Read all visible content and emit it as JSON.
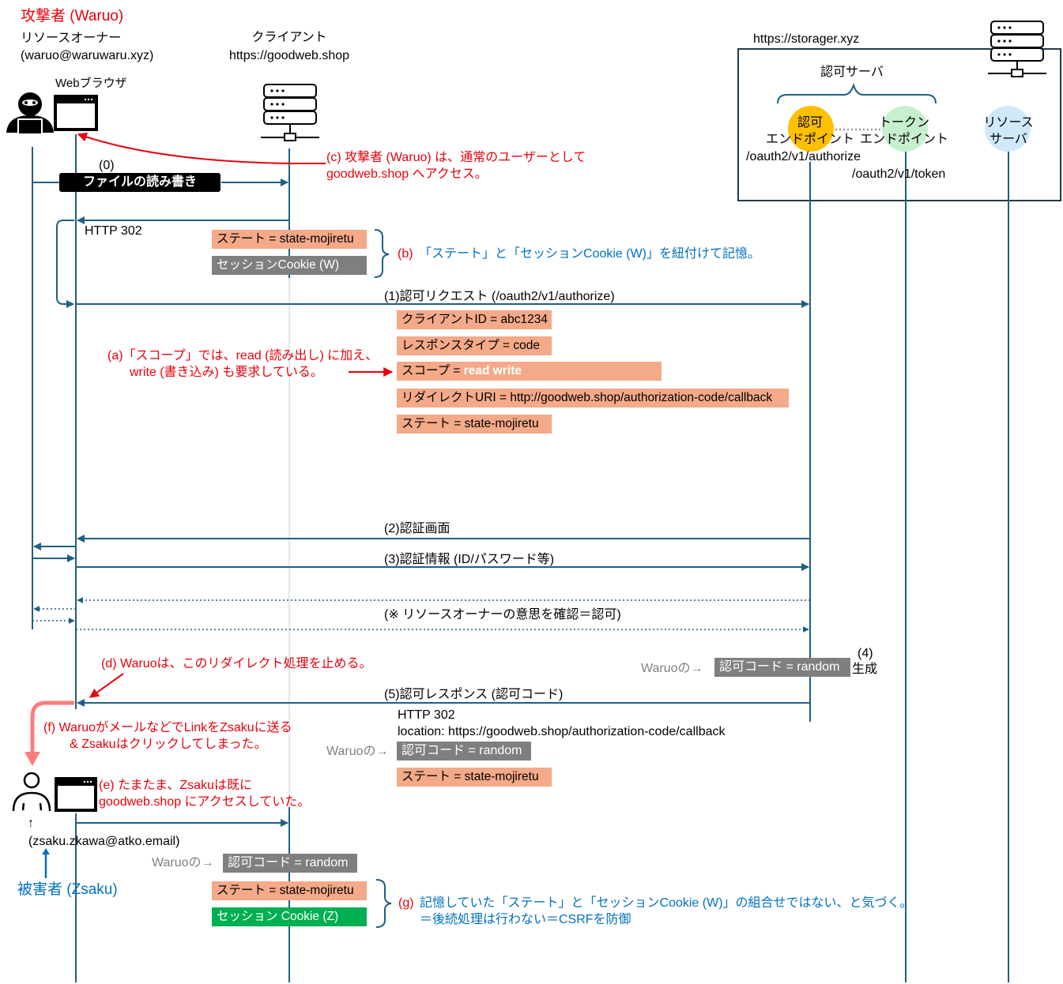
{
  "actors": {
    "attacker": {
      "title": "攻撃者 (Waruo)",
      "role": "リソースオーナー",
      "email": "(waruo@waruwaru.xyz)",
      "browser_label": "Webブラウザ"
    },
    "client": {
      "title": "クライアント",
      "url": "https://goodweb.shop"
    },
    "storage": {
      "url": "https://storager.xyz",
      "auth_server_label": "認可サーバ",
      "authorize_endpoint": {
        "line1": "認可",
        "line2": "エンドポイント",
        "path": "/oauth2/v1/authorize"
      },
      "token_endpoint": {
        "line1": "トークン",
        "line2": "エンドポイント",
        "path": "/oauth2/v1/token"
      },
      "resource_server": {
        "line1": "リソース",
        "line2": "サーバ"
      }
    },
    "victim": {
      "title": "被害者 (Zsaku)",
      "arrow": "↑",
      "email": "(zsaku.zkawa@atko.email)"
    }
  },
  "messages": {
    "m0_number": "(0)",
    "m0_label": "ファイルの読み書き",
    "http302_a": "HTTP 302",
    "m1": "(1)認可リクエスト (/oauth2/v1/authorize)",
    "m2": "(2)認証画面",
    "m3": "(3)認証情報 (ID/パスワード等)",
    "consent": "(※ リソースオーナーの意思を確認＝認可)",
    "m4_number": "(4)",
    "m4_label": "生成",
    "m5": "(5)認可レスポンス (認可コード)",
    "http302_b": "HTTP 302",
    "location": "location: https://goodweb.shop/authorization-code/callback"
  },
  "params": {
    "state_a": "ステート = state-mojiretu",
    "session_w": "セッションCookie (W)",
    "client_id": "クライアントID = abc1234",
    "response_type": "レスポンスタイプ = code",
    "scope_prefix": "スコープ = ",
    "scope_value": "read write",
    "redirect_uri": "リダイレクトURI = http://goodweb.shop/authorization-code/callback",
    "state_b": "ステート = state-mojiretu",
    "waruo_prefix": "Waruoの→",
    "code_gen": "認可コード = random",
    "code_resp": "認可コード = random",
    "state_c": "ステート = state-mojiretu",
    "code_victim": "認可コード = random",
    "state_d": "ステート = state-mojiretu",
    "session_z": "セッション Cookie (Z)"
  },
  "annotations": {
    "a_line1": "(a)「スコープ」では、read (読み出し) に加え、",
    "a_line2": "write (書き込み) も要求している。",
    "b_tag": "(b)",
    "b_text": "「ステート」と「セッションCookie (W)」を紐付けて記憶。",
    "c_line1": "(c) 攻撃者 (Waruo) は、通常のユーザーとして",
    "c_line2": "goodweb.shop へアクセス。",
    "d_text": "(d) Waruoは、このリダイレクト処理を止める。",
    "e_line1": "(e) たまたま、Zsakuは既に",
    "e_line2": "goodweb.shop にアクセスしていた。",
    "f_line1": "(f) WaruoがメールなどでLinkをZsakuに送る",
    "f_line2": "& Zsakuはクリックしてしまった。",
    "g_tag": "(g)",
    "g_line1": "記憶していた「ステート」と「セッションCookie (W)」の組合せではない、と気づく。",
    "g_line2": "＝後続処理は行わない＝CSRFを防御"
  },
  "colors": {
    "lifeline": "#1f5f85",
    "attack_red": "#e8000b",
    "note_blue": "#0070c0",
    "param_orange": "#f4a988",
    "param_gray": "#7f7f7f",
    "session_green": "#00b050",
    "authorize_circle": "#ffc000",
    "token_circle": "#c6efce",
    "resource_circle": "#cfe9fb"
  }
}
